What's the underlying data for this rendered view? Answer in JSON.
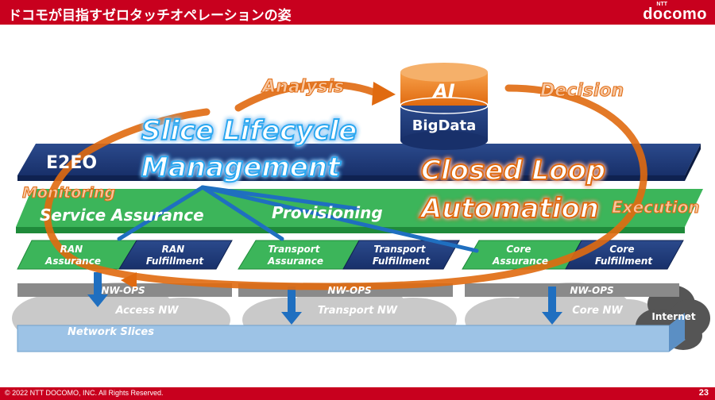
{
  "header": {
    "title": "ドコモが目指すゼロタッチオペレーションの姿",
    "logo_small": "NTT",
    "logo": "docomo"
  },
  "diagram": {
    "ai_label": "AI",
    "bigdata_label": "BigData",
    "analysis_label": "Analysis",
    "decision_label": "Decision",
    "execution_label": "Execution",
    "monitoring_label": "Monitoring",
    "slice_lifecycle_line1": "Slice Lifecycle",
    "slice_lifecycle_line2": "Management",
    "closed_loop_line1": "Closed Loop",
    "closed_loop_line2": "Automation",
    "e2eo_label": "E2EO",
    "service_assurance_label": "Service Assurance",
    "provisioning_label": "Provisioning",
    "ran_assurance": [
      "RAN",
      "Assurance"
    ],
    "ran_fulfillment": [
      "RAN",
      "Fulfillment"
    ],
    "transport_assurance": [
      "Transport",
      "Assurance"
    ],
    "transport_fulfillment": [
      "Transport",
      "Fulfillment"
    ],
    "core_assurance": [
      "Core",
      "Assurance"
    ],
    "core_fulfillment": [
      "Core",
      "Fulfillment"
    ],
    "nwops_label": "NW-OPS",
    "access_nw": "Access NW",
    "transport_nw": "Transport NW",
    "core_nw": "Core NW",
    "internet": "Internet",
    "network_slices": "Network Slices"
  },
  "footer": {
    "copyright": "© 2022 NTT DOCOMO, INC. All Rights Reserved.",
    "page": "23"
  }
}
